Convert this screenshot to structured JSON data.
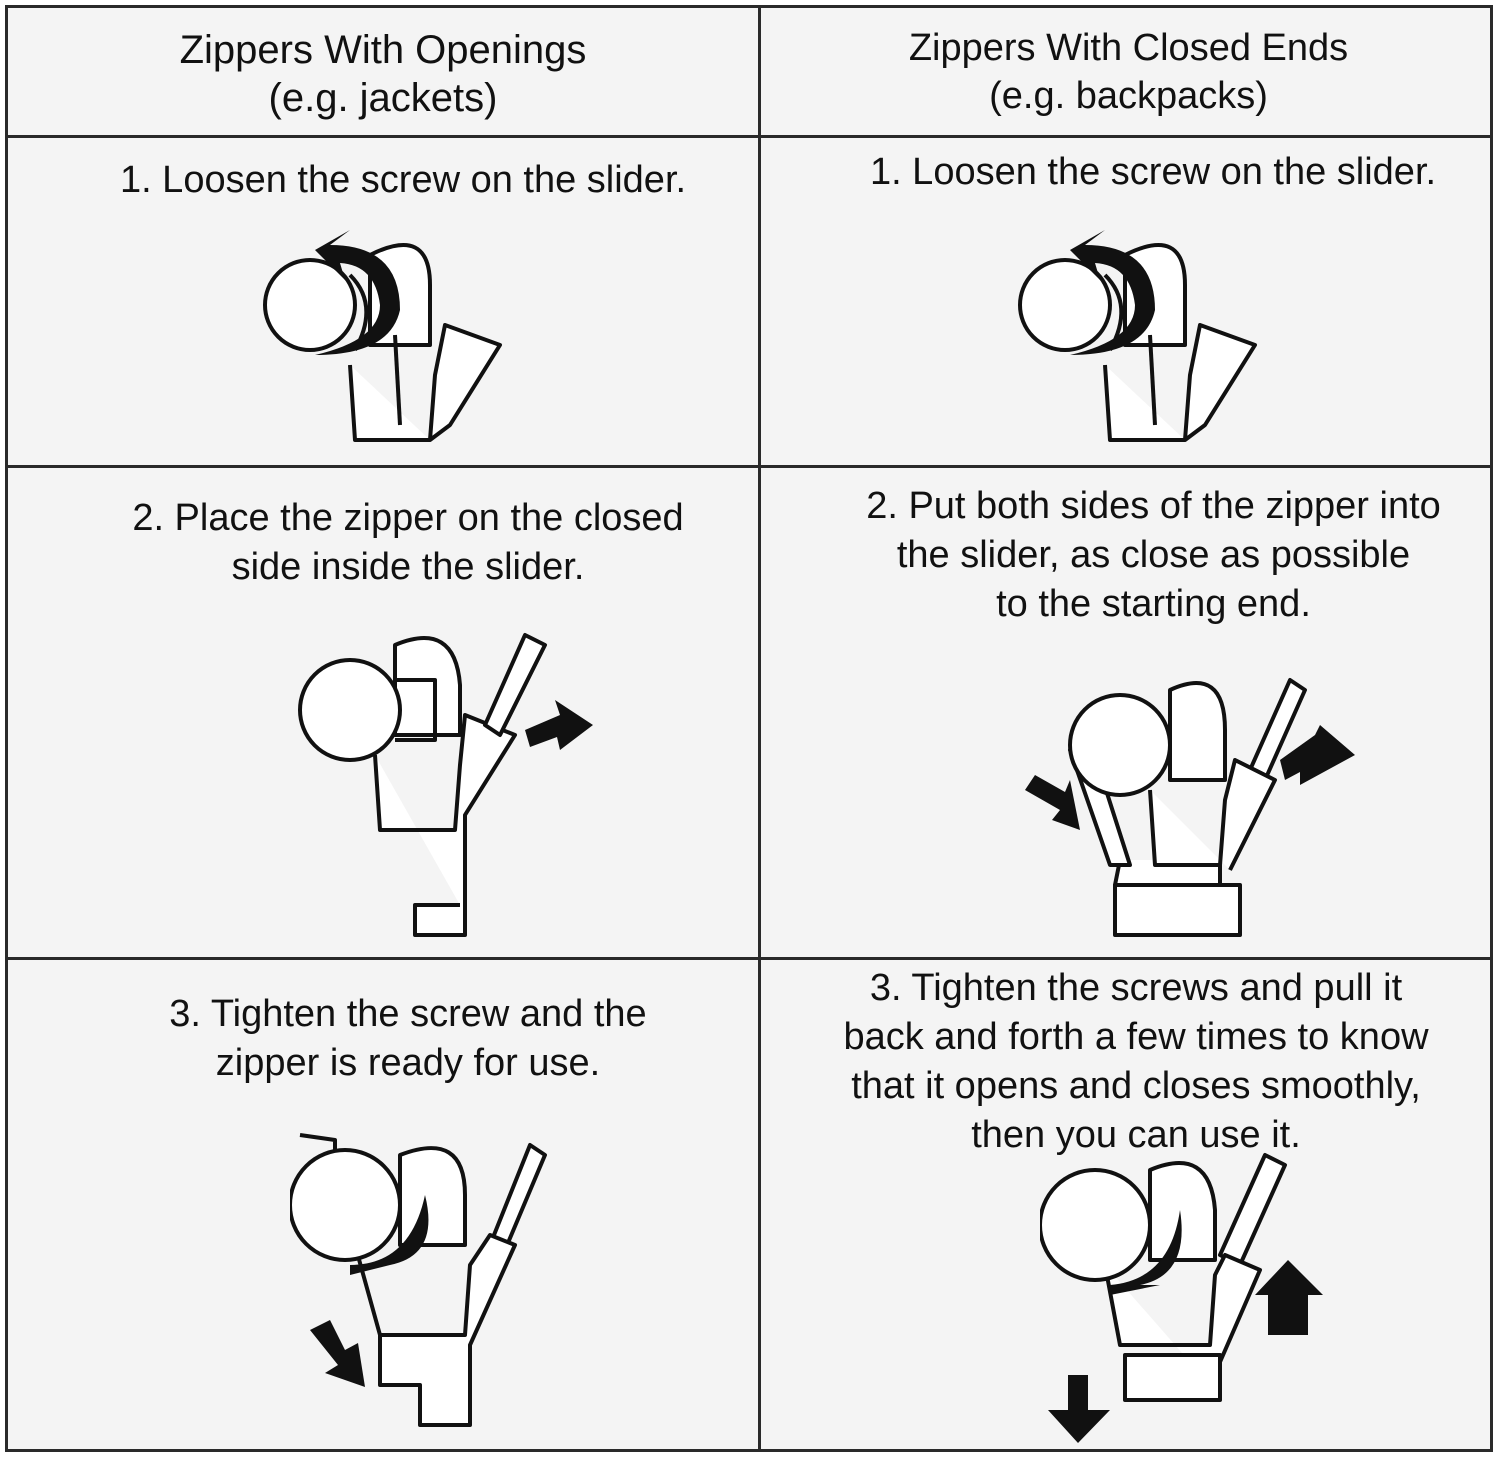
{
  "headers": {
    "left_line1": "Zippers With Openings",
    "left_line2": "(e.g. jackets)",
    "right_line1": "Zippers With Closed Ends",
    "right_line2": "(e.g. backpacks)"
  },
  "left_steps": [
    {
      "lines": [
        "1. Loosen the screw on the slider."
      ]
    },
    {
      "lines": [
        "2. Place the zipper on the closed",
        "side inside the slider."
      ]
    },
    {
      "lines": [
        "3. Tighten the screw and the",
        "zipper is ready for use."
      ]
    }
  ],
  "right_steps": [
    {
      "lines": [
        "1. Loosen the screw on the slider."
      ]
    },
    {
      "lines": [
        "2. Put both sides of the zipper into",
        "the slider, as close as possible",
        "to the starting end."
      ]
    },
    {
      "lines": [
        "3. Tighten the screws and pull it",
        "back and forth a few times to know",
        "that it opens and closes smoothly,",
        "then you can use it."
      ]
    }
  ]
}
